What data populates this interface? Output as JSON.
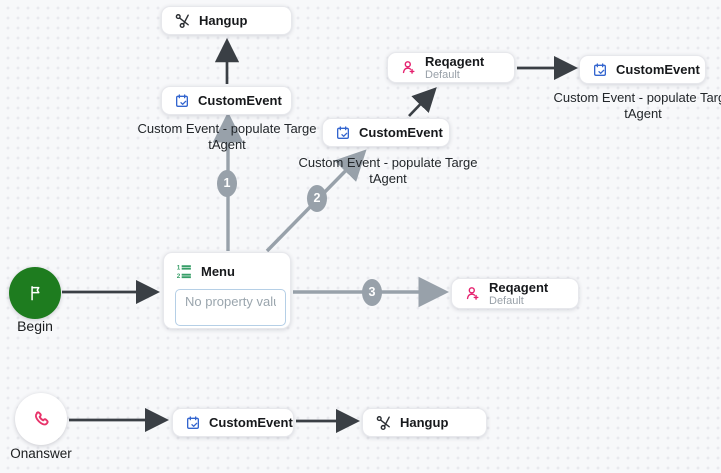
{
  "colors": {
    "arrow_dark": "#3a3f45",
    "arrow_gray": "#98a1aa",
    "badge_gray": "#98a1aa",
    "begin_green": "#1e7c1f",
    "pink": "#e5216e",
    "calendar_blue": "#3365cf",
    "menu_green": "#379e68",
    "node_bg": "#ffffff"
  },
  "badges": [
    "1",
    "2",
    "3"
  ],
  "nodes": {
    "hangup_top": {
      "label": "Hangup"
    },
    "customevent_left": {
      "label": "CustomEvent",
      "caption1": "Custom Event - populate Targe",
      "caption2": "tAgent"
    },
    "reqagent_top": {
      "label": "Reqagent",
      "sub": "Default"
    },
    "customevent_topright": {
      "label": "CustomEvent",
      "caption1": "Custom Event - populate Targe",
      "caption2": "tAgent"
    },
    "customevent_mid": {
      "label": "CustomEvent",
      "caption1": "Custom Event - populate Targe",
      "caption2": "tAgent"
    },
    "menu": {
      "label": "Menu",
      "placeholder": "No property value"
    },
    "reqagent_right": {
      "label": "Reqagent",
      "sub": "Default"
    },
    "customevent_bottom": {
      "label": "CustomEvent"
    },
    "hangup_bottom": {
      "label": "Hangup"
    },
    "begin": {
      "label": "Begin"
    },
    "onanswer": {
      "label": "Onanswer"
    }
  }
}
